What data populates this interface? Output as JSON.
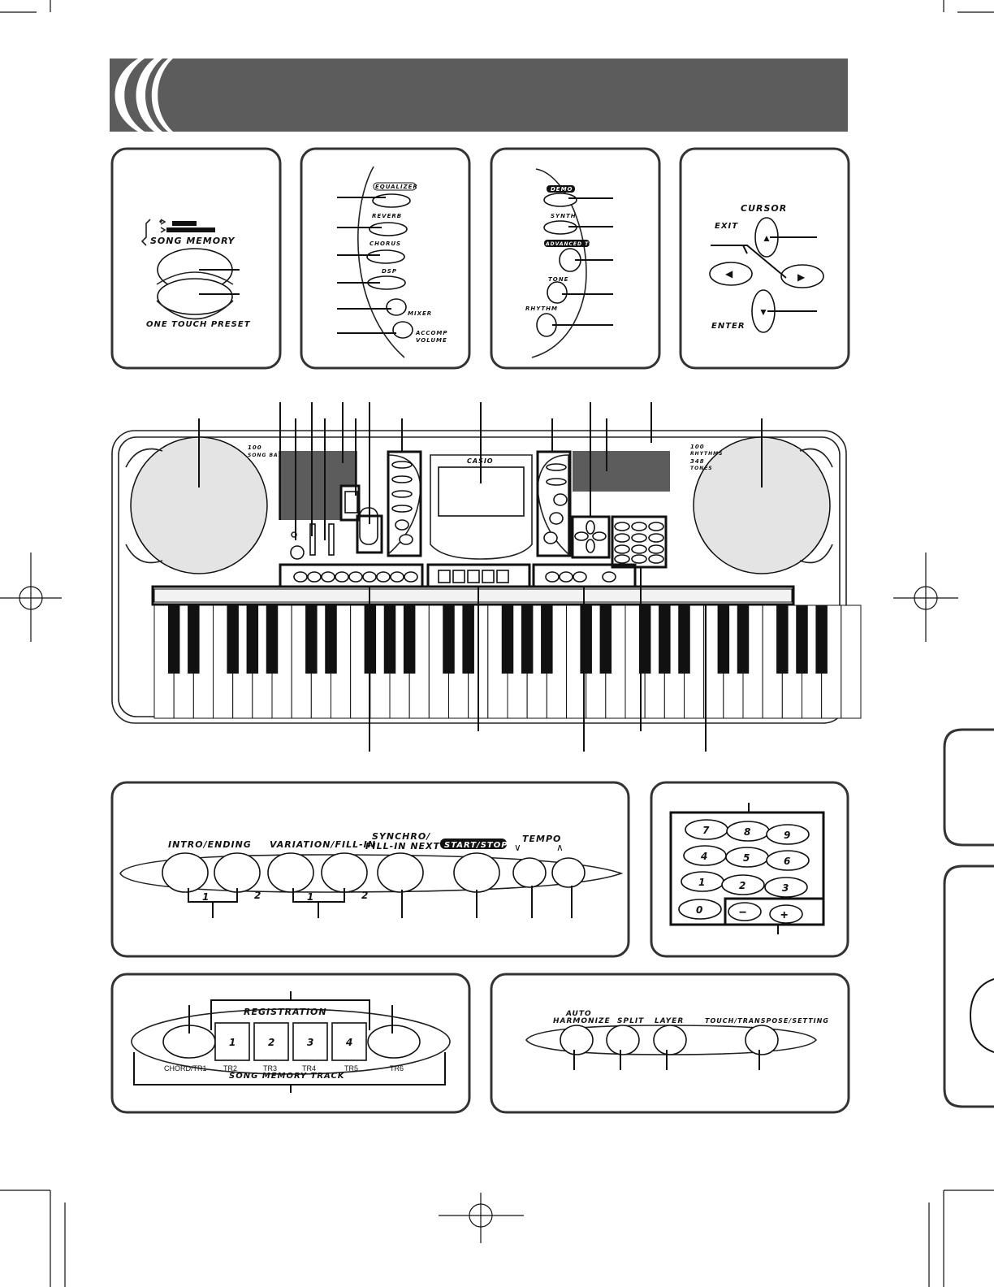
{
  "colors": {
    "header_band": "#5c5c5c",
    "panel_border": "#333333",
    "ink": "#111111"
  },
  "panel_song_memory": {
    "song_memory_label": "SONG MEMORY",
    "one_touch_label": "ONE TOUCH PRESET"
  },
  "panel_effects": {
    "equalizer": "EQUALIZER",
    "reverb": "REVERB",
    "chorus": "CHORUS",
    "dsp": "DSP",
    "mixer": "MIXER",
    "accomp_volume_1": "ACCOMP",
    "accomp_volume_2": "VOLUME"
  },
  "panel_modes": {
    "demo": "DEMO",
    "synth": "SYNTH",
    "advanced_tone": "ADVANCED TONE",
    "tone": "TONE",
    "rhythm": "RHYTHM"
  },
  "panel_cursor": {
    "cursor": "CURSOR",
    "exit": "EXIT",
    "enter": "ENTER",
    "up": "▲",
    "left": "◀",
    "right": "▶",
    "down": "▼"
  },
  "keyboard": {
    "brand": "CASIO",
    "badge_left_1": "100",
    "badge_left_2": "SONG BANK",
    "badge_right_1": "100",
    "badge_right_2": "RHYTHMS",
    "badge_right_3": "348",
    "badge_right_4": "TONES"
  },
  "panel_rhythm_controller": {
    "intro_ending": "INTRO/ENDING",
    "variation_fill": "VARIATION/FILL-IN",
    "synchro_1": "SYNCHRO/",
    "synchro_2": "FILL-IN NEXT",
    "start_stop": "START/STOP",
    "tempo": "TEMPO",
    "tempo_down": "∨",
    "tempo_up": "∧",
    "num_1a": "1",
    "num_2a": "2",
    "num_1b": "1",
    "num_2b": "2"
  },
  "panel_numpad": {
    "keys": [
      "7",
      "8",
      "9",
      "4",
      "5",
      "6",
      "1",
      "2",
      "3",
      "0"
    ],
    "minus": "−",
    "plus": "+"
  },
  "panel_registration": {
    "registration": "REGISTRATION",
    "song_memory_track": "SONG MEMORY TRACK",
    "buttons": [
      "1",
      "2",
      "3",
      "4"
    ],
    "tracks": [
      "CHORD/TR1",
      "TR2",
      "TR3",
      "TR4",
      "TR5",
      "TR6"
    ]
  },
  "panel_harmonize": {
    "auto_1": "AUTO",
    "auto_2": "HARMONIZE",
    "split": "SPLIT",
    "layer": "LAYER",
    "touch": "TOUCH/TRANSPOSE/SETTING"
  }
}
